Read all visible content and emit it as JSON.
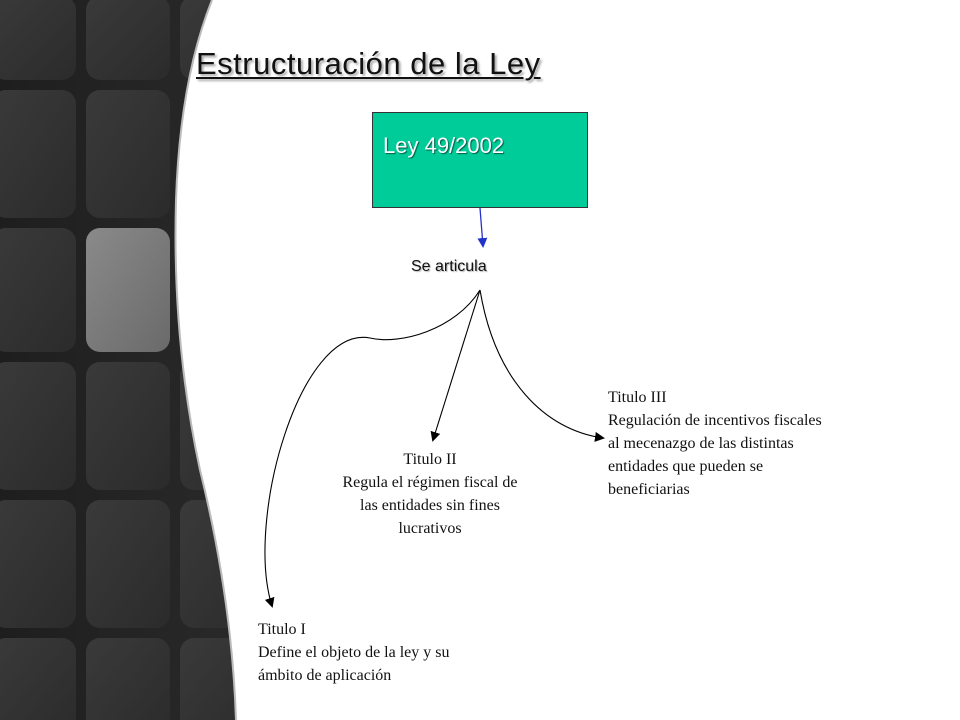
{
  "slide": {
    "title": "Estructuración de la Ley",
    "law_box": {
      "label": "Ley 49/2002",
      "color": "#00cc99"
    },
    "hub_label": "Se articula",
    "titles": [
      {
        "heading": "Titulo I",
        "lines": [
          "Define el objeto de la ley y su",
          "ámbito de aplicación"
        ]
      },
      {
        "heading": "Titulo II",
        "lines": [
          "Regula el régimen fiscal de",
          "las entidades sin fines",
          "lucrativos"
        ]
      },
      {
        "heading": "Titulo III",
        "lines": [
          "Regulación de incentivos fiscales",
          "al mecenazgo de las distintas",
          "entidades que pueden se",
          "beneficiarias"
        ]
      }
    ]
  }
}
